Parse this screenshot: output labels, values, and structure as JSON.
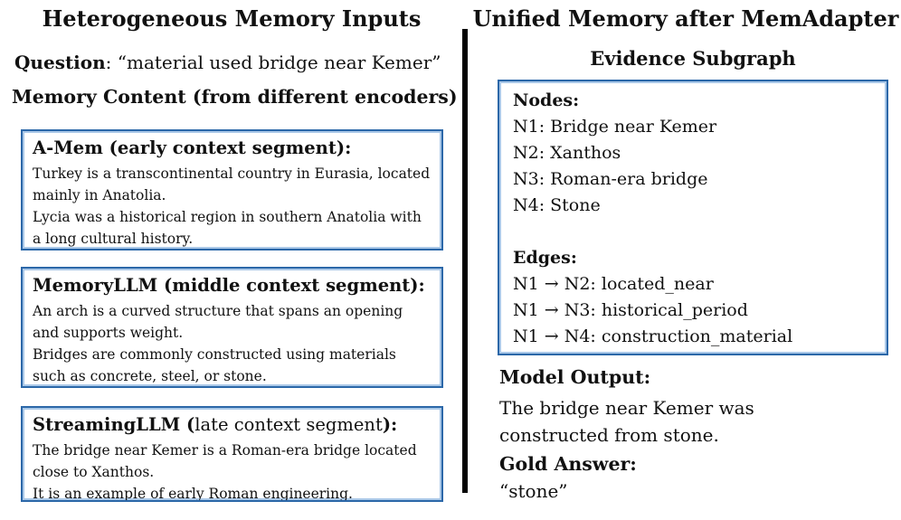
{
  "colors": {
    "box_border": "#2b67a8",
    "box_border_inner_highlight": "#aac8e8",
    "divider": "#000000",
    "text": "#111111",
    "background": "#ffffff"
  },
  "left": {
    "title": "Heterogeneous Memory Inputs",
    "question": {
      "label": "Question",
      "text": ": “material used bridge near Kemer”"
    },
    "memory_heading": "Memory Content (from different encoders)",
    "boxes": [
      {
        "title_bold": "A-Mem (early context segment):",
        "title_regular": "",
        "title_bold_end": "",
        "lines": [
          "Turkey is a transcontinental country in Eurasia, located mainly in Anatolia.",
          "Lycia was a historical region in southern Anatolia with a long cultural history."
        ]
      },
      {
        "title_bold": "MemoryLLM (middle context segment):",
        "title_regular": "",
        "title_bold_end": "",
        "lines": [
          "An arch is a curved structure that spans an opening and supports weight.",
          "Bridges are commonly constructed using materials such as concrete, steel, or stone."
        ]
      },
      {
        "title_bold": "StreamingLLM (",
        "title_regular": "late context segment",
        "title_bold_end": "):",
        "lines": [
          "The bridge near Kemer is a Roman-era bridge located close to Xanthos.",
          "It is an example of early Roman engineering."
        ]
      }
    ]
  },
  "right": {
    "title": "Unified Memory after MemAdapter",
    "subgraph_title": "Evidence Subgraph",
    "nodes_label": "Nodes:",
    "nodes": [
      "N1: Bridge near Kemer",
      "N2: Xanthos",
      "N3: Roman-era bridge",
      "N4: Stone"
    ],
    "edges_label": "Edges:",
    "edges": [
      "N1 → N2: located_near",
      "N1 → N3: historical_period",
      "N1 → N4: construction_material"
    ],
    "model_output_label": "Model Output:",
    "model_output": "The bridge near Kemer was constructed from stone.",
    "gold_answer_label": "Gold Answer:",
    "gold_answer": "“stone”"
  }
}
